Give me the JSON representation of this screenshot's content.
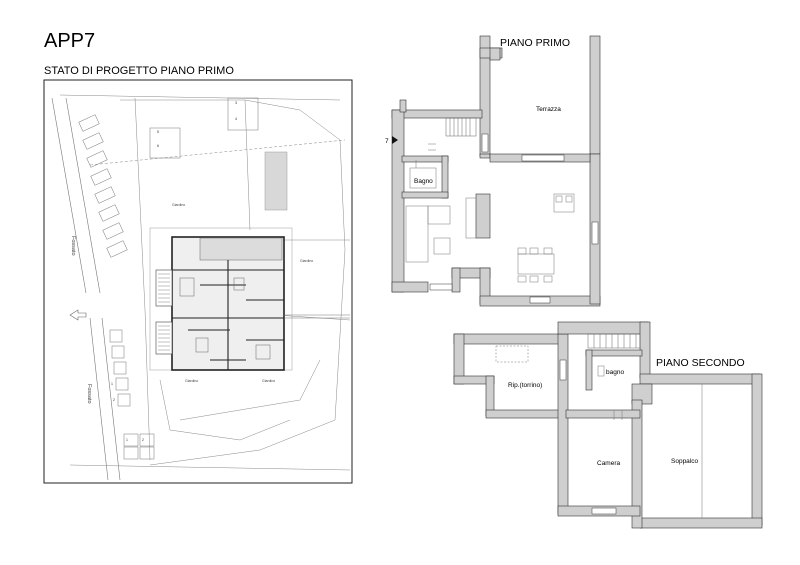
{
  "header": {
    "title": "APP7",
    "subtitle": "STATO DI PROGETTO PIANO PRIMO"
  },
  "site_plan": {
    "canal_labels": [
      "Fossato",
      "Fossato"
    ],
    "garden_labels": [
      "Giardino",
      "Giardino",
      "Giardino",
      "Giardino"
    ],
    "parking_numbers": [
      "5",
      "6",
      "1",
      "2",
      "3",
      "4",
      "1",
      "2"
    ]
  },
  "floor_first": {
    "heading": "PIANO PRIMO",
    "marker": "7",
    "rooms": {
      "terrazza": "Terrazza",
      "bagno": "Bagno"
    }
  },
  "floor_second": {
    "heading": "PIANO SECONDO",
    "rooms": {
      "ripostiglio": "Rip.(torrino)",
      "bagno": "bagno",
      "camera": "Camera",
      "soppalco": "Soppalco"
    }
  }
}
